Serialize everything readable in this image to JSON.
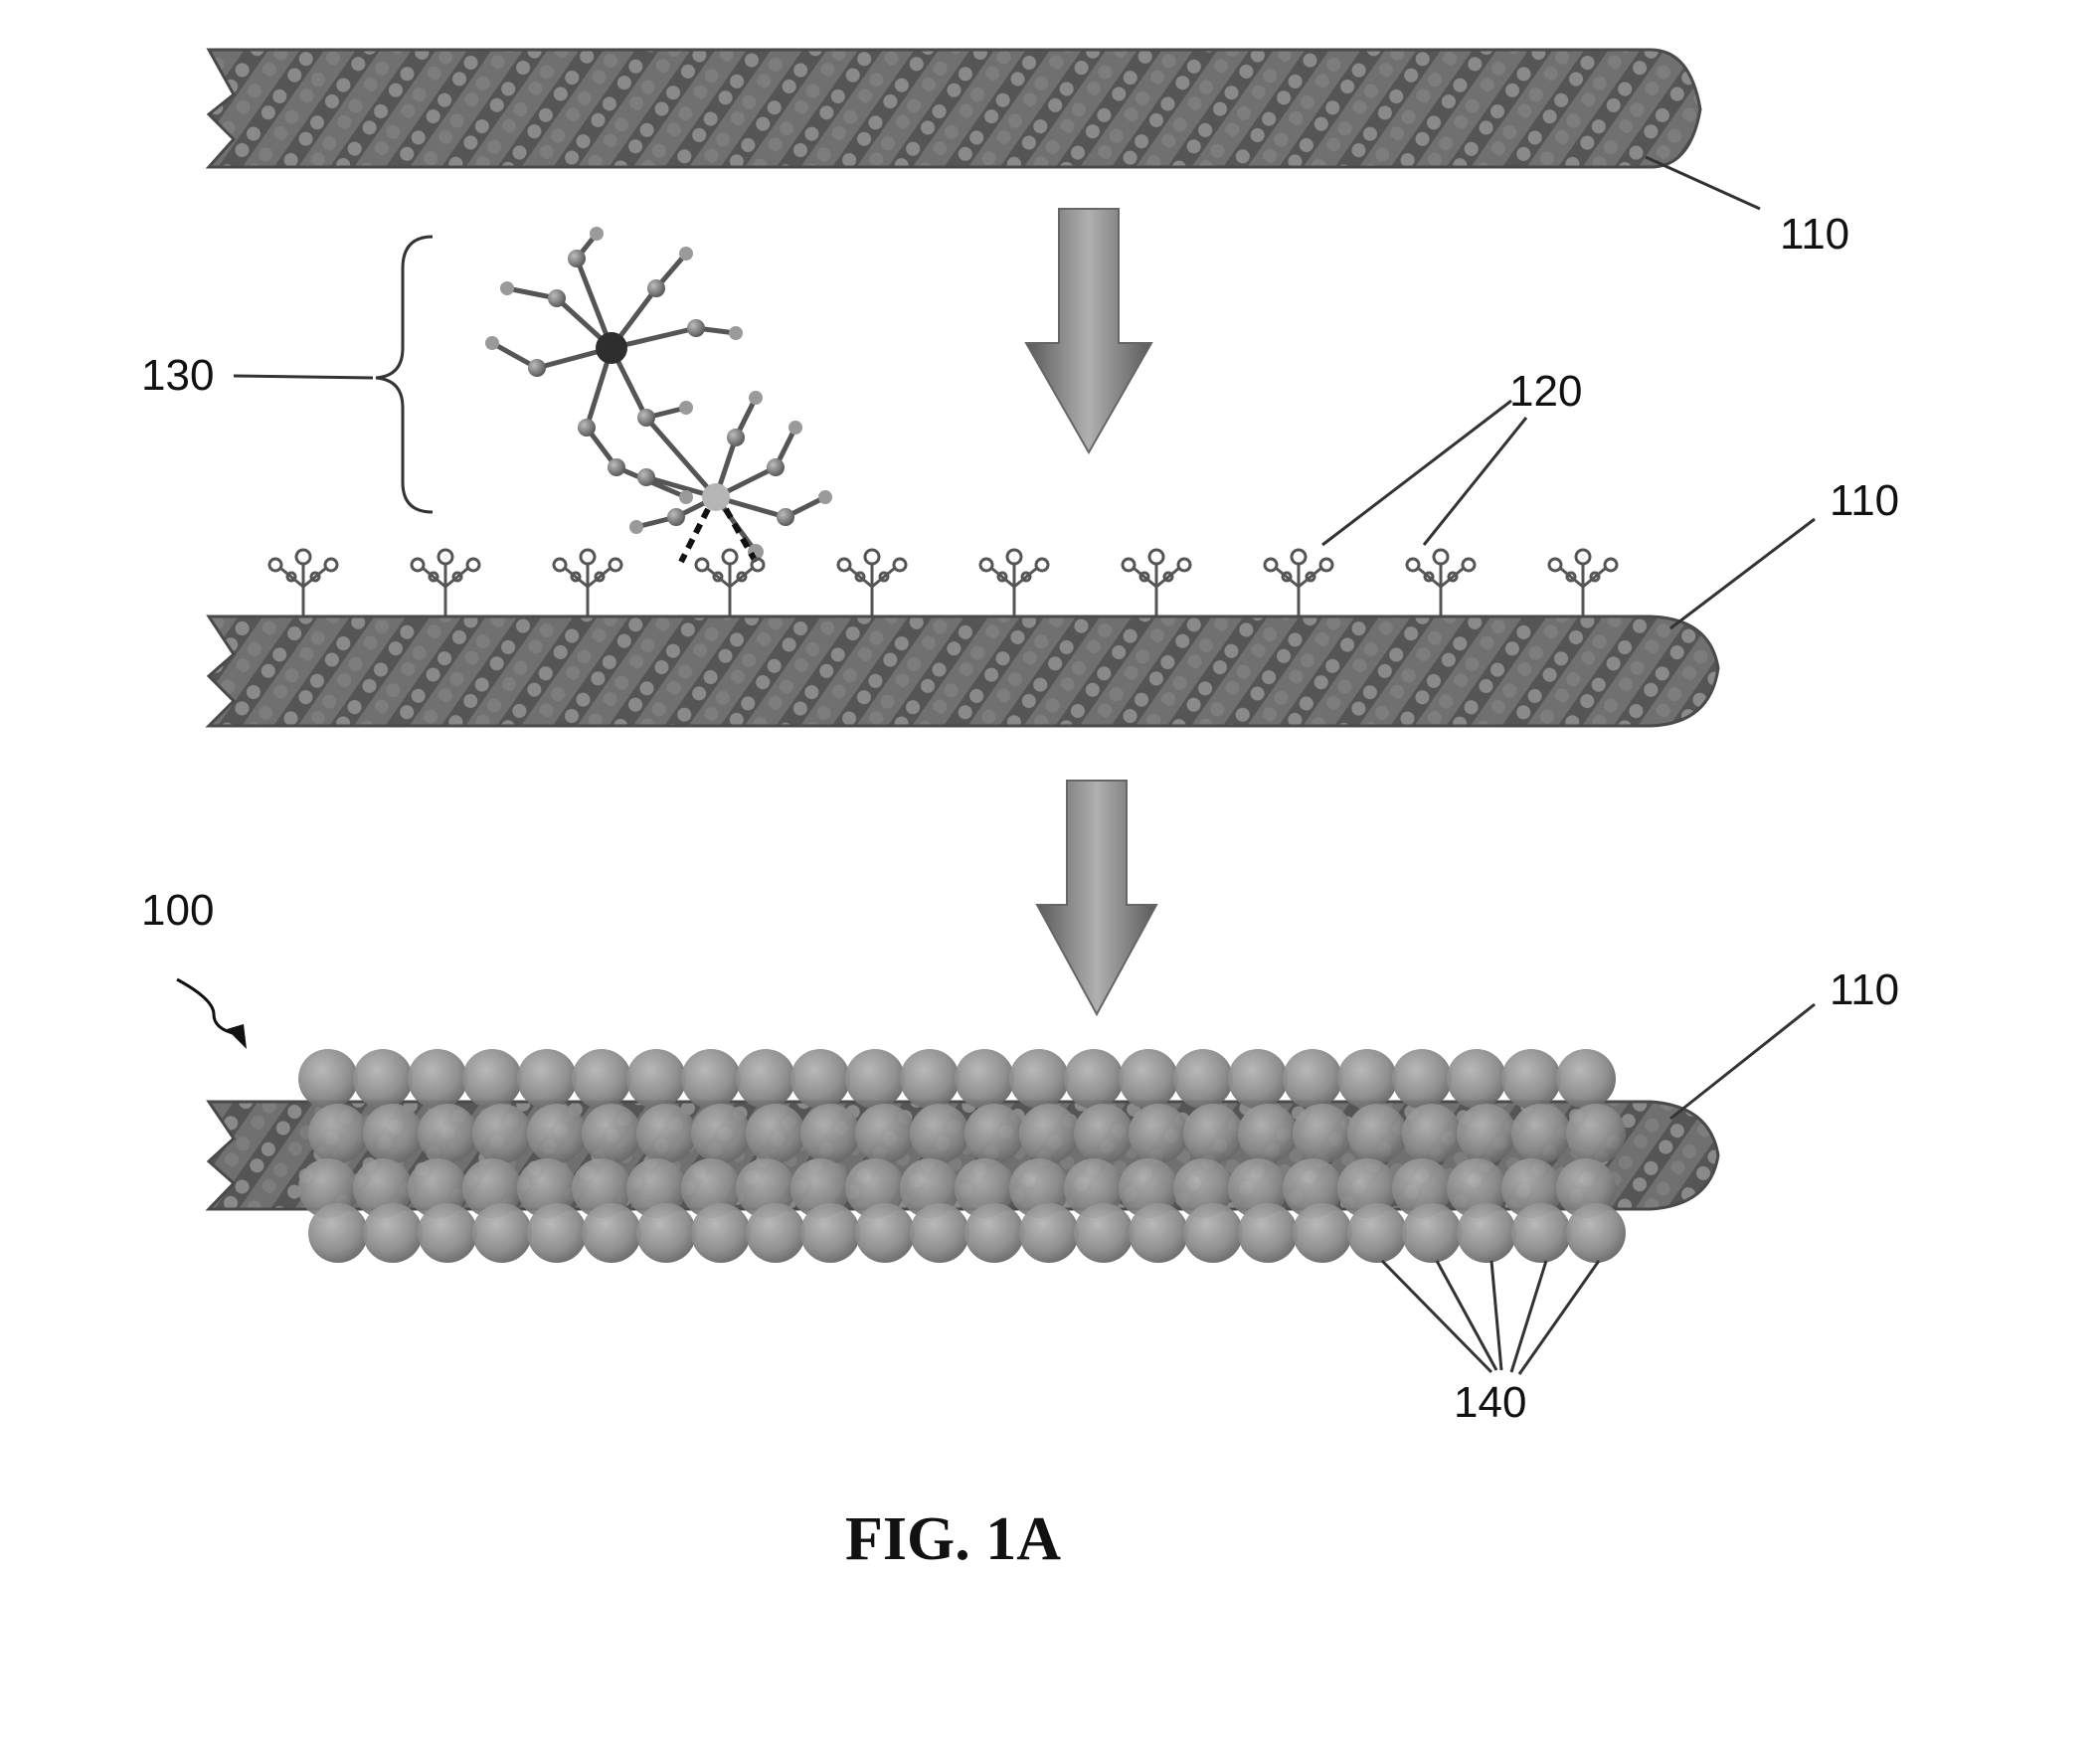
{
  "labels": {
    "tube_top": "110",
    "tube_middle": "110",
    "tube_bottom": "110",
    "linkers": "120",
    "precursor_complex": "130",
    "assembly": "100",
    "particles": "140"
  },
  "caption": "FIG. 1A",
  "colors": {
    "tube_fill": "#6f6f6f",
    "tube_dark": "#4a4a4a",
    "sphere_fill": "#8e8e8e",
    "arrow": "#7a7a7a",
    "line": "#333333"
  }
}
